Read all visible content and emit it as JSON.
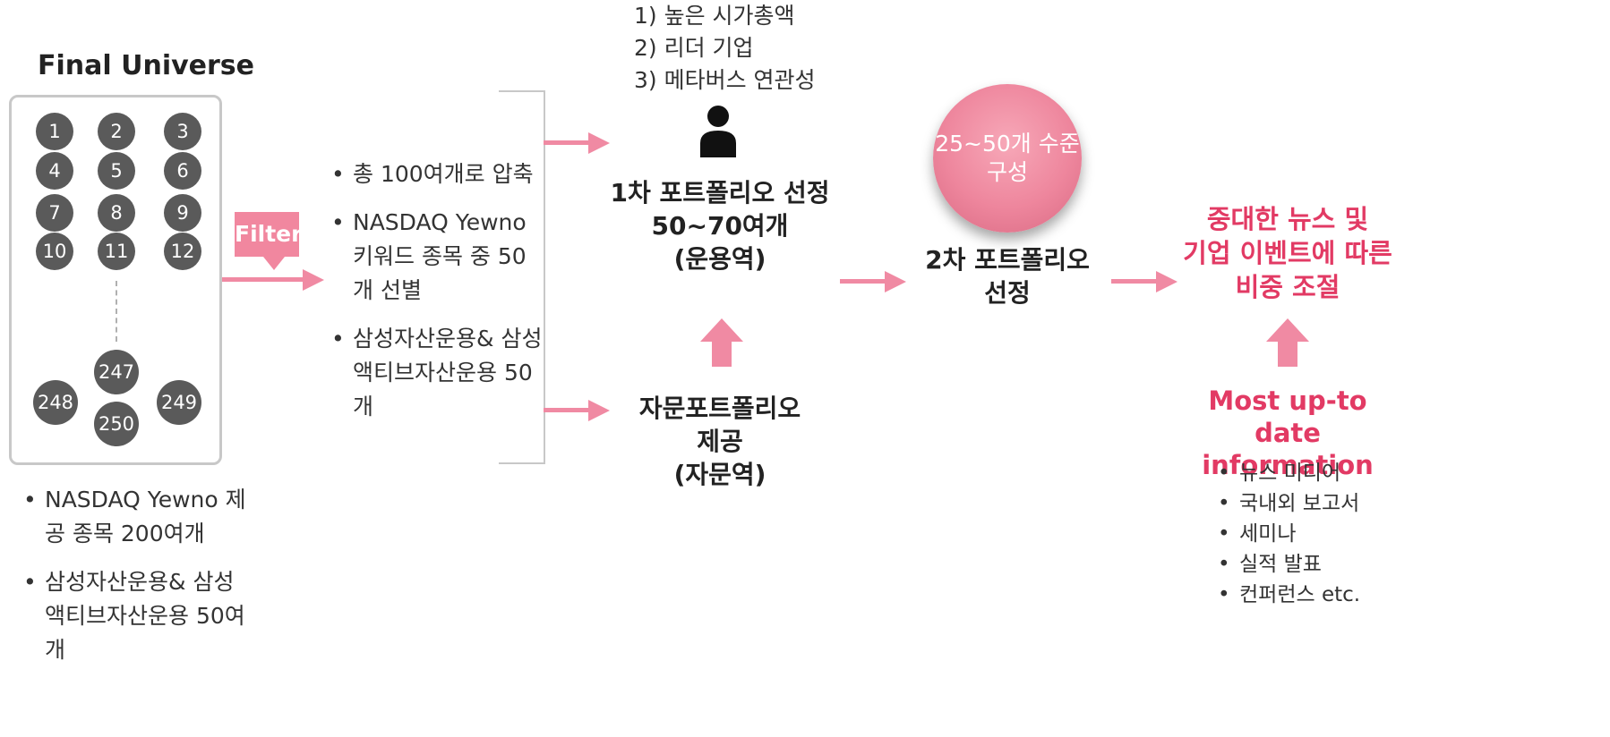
{
  "universe": {
    "title": "Final Universe",
    "numbers_top": [
      "1",
      "2",
      "3",
      "4",
      "5",
      "6",
      "7",
      "8",
      "9",
      "10",
      "11",
      "12"
    ],
    "numbers_bottom": [
      "247",
      "248",
      "249",
      "250"
    ],
    "notes": [
      "NASDAQ Yewno 제공 종목 200여개",
      "삼성자산운용& 삼성액티브자산운용 50여개"
    ]
  },
  "filter": {
    "label": "Filter",
    "bullets": [
      "총 100여개로 압축",
      "NASDAQ Yewno 키워드 종목 중 50개 선별",
      "삼성자산운용& 삼성액티브자산운용 50개"
    ]
  },
  "criteria": [
    "1) 높은 시가총액",
    "2) 리더 기업",
    "3) 메타버스 연관성"
  ],
  "stage1": {
    "line1": "1차 포트폴리오 선정",
    "line2": "50~70여개",
    "line3": "(운용역)"
  },
  "advisory": {
    "line1": "자문포트폴리오",
    "line2": "제공",
    "line3": "(자문역)"
  },
  "stage2": {
    "sphere_line1": "25~50개 수준",
    "sphere_line2": "구성",
    "line1": "2차 포트폴리오",
    "line2": "선정"
  },
  "adjust": {
    "line1": "중대한 뉴스 및",
    "line2": "기업 이벤트에 따른",
    "line3": "비중 조절"
  },
  "info": {
    "title_line1": "Most up-to date",
    "title_line2": "information",
    "items": [
      "뉴스 미디어",
      "국내외 보고서",
      "세미나",
      "실적 발표",
      "컨퍼런스 etc."
    ]
  },
  "colors": {
    "accent": "#f08aa3",
    "red_text": "#e23a64",
    "circle": "#5a5a5a"
  }
}
